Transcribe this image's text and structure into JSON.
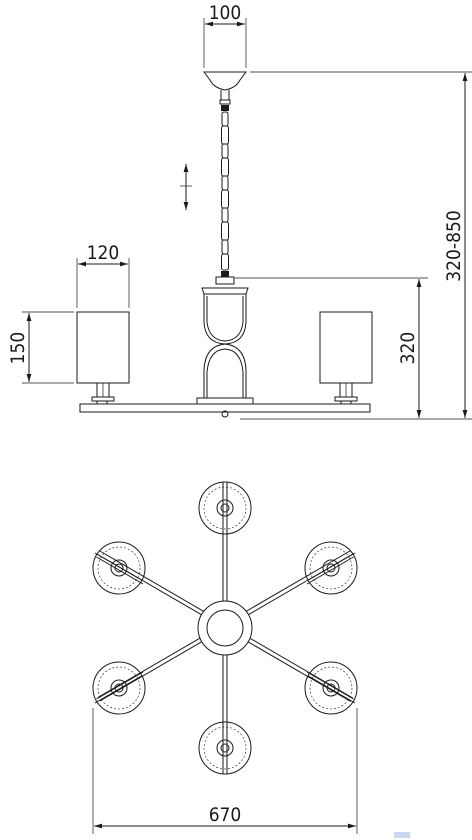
{
  "dimensions": {
    "ceiling_plate_width": "100",
    "shade_width": "120",
    "shade_height": "150",
    "body_height": "320",
    "total_height": "320-850",
    "overall_diameter": "670",
    "chain_adjustable_symbol": "↕"
  },
  "colors": {
    "line": "#1a1a1a",
    "background": "#ffffff",
    "watermark": "#c9d8ec"
  }
}
